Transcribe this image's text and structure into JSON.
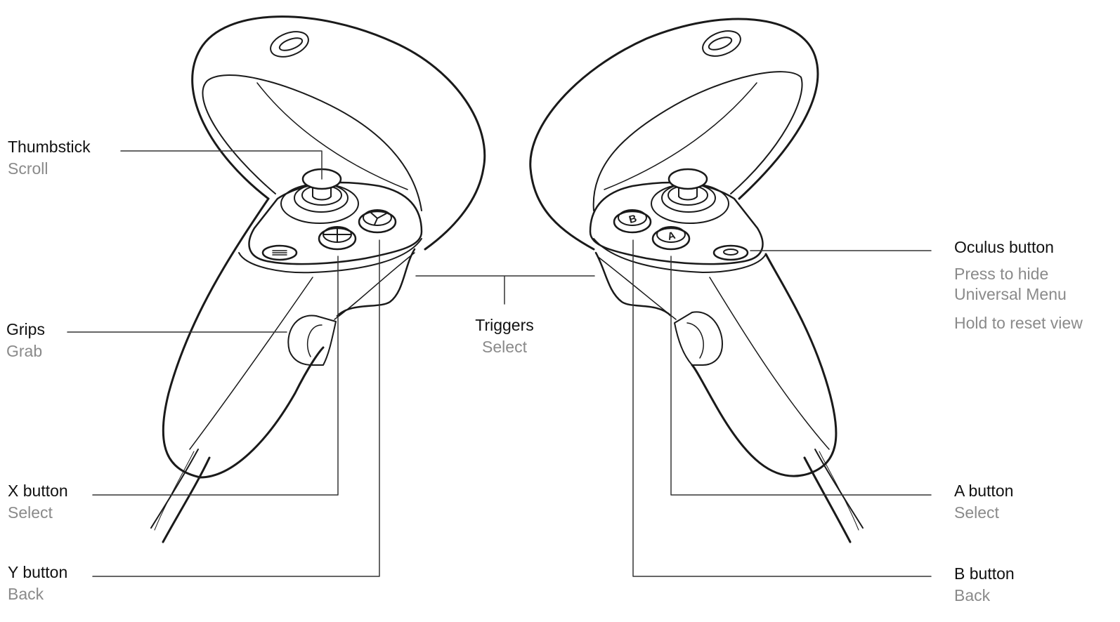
{
  "diagram": {
    "subject": "Touch controllers (left and right)",
    "colors": {
      "line": "#1a1a1a",
      "label": "#111111",
      "description": "#8a8a8a",
      "background": "#ffffff"
    }
  },
  "labels": {
    "thumbstick": {
      "title": "Thumbstick",
      "action": "Scroll"
    },
    "grips": {
      "title": "Grips",
      "action": "Grab"
    },
    "x_button": {
      "title": "X button",
      "action": "Select"
    },
    "y_button": {
      "title": "Y button",
      "action": "Back"
    },
    "triggers": {
      "title": "Triggers",
      "action": "Select"
    },
    "oculus_button": {
      "title": "Oculus button",
      "action_1": "Press to hide",
      "action_2": "Universal Menu",
      "action_3": "Hold to reset view"
    },
    "a_button": {
      "title": "A button",
      "action": "Select"
    },
    "b_button": {
      "title": "B button",
      "action": "Back"
    }
  },
  "button_glyphs": {
    "left": [
      "X",
      "Y",
      "menu"
    ],
    "right": [
      "A",
      "B",
      "oculus"
    ]
  }
}
